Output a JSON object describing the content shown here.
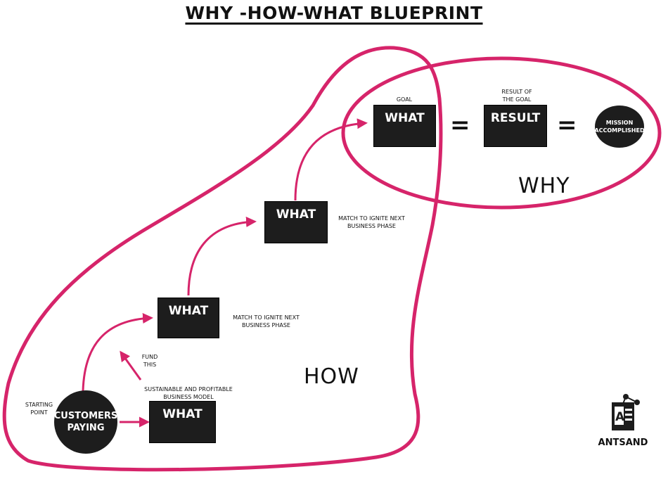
{
  "title": "WHY -HOW-WHAT BLUEPRINT",
  "colors": {
    "accent": "#d6246a",
    "box_fill": "#1d1d1d"
  },
  "start": {
    "label": "STARTING\nPOINT",
    "circle": "CUSTOMERS\nPAYING"
  },
  "boxes": {
    "base": "WHAT",
    "step1": "WHAT",
    "step2": "WHAT",
    "goal": "WHAT",
    "result": "RESULT"
  },
  "notes": {
    "sustainable": "SUSTAINABLE AND PROFITABLE\nBUSINESS MODEL",
    "fund": "FUND\nTHIS",
    "match1": "MATCH TO IGNITE NEXT\nBUSINESS PHASE",
    "match2": "MATCH TO IGNITE NEXT\nBUSINESS PHASE",
    "goal": "GOAL",
    "result": "RESULT OF\nTHE GOAL"
  },
  "equals": "=",
  "mission": "MISSION\nACCOMPLISHED",
  "region_labels": {
    "why": "WHY",
    "how": "HOW"
  },
  "logo": {
    "name": "ANTSAND",
    "icon": "antsand-document-icon"
  }
}
